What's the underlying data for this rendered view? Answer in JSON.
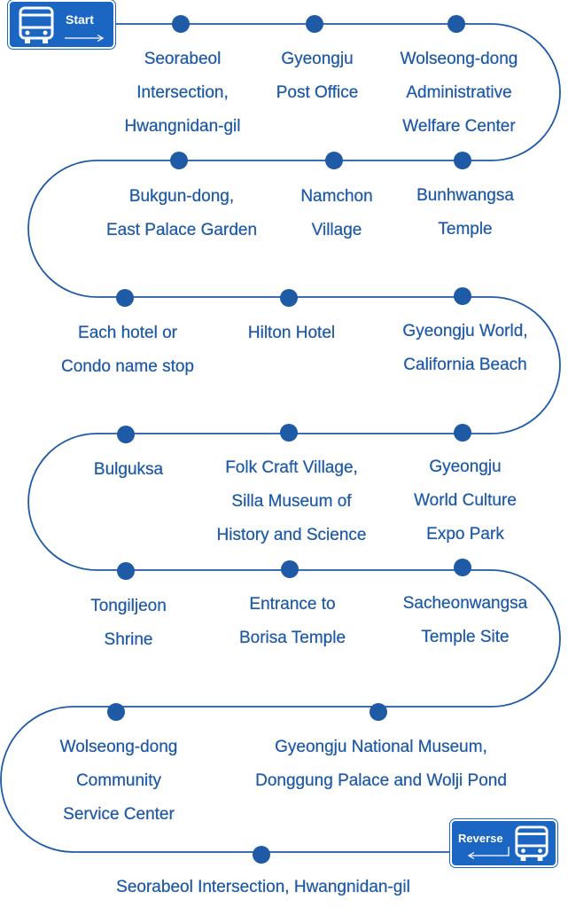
{
  "badges": {
    "start": {
      "label": "Start",
      "icon": "bus-icon",
      "arrow": "right-arrow-icon"
    },
    "reverse": {
      "label": "Reverse",
      "icon": "bus-icon",
      "arrow": "left-arrow-icon"
    }
  },
  "stops": [
    {
      "id": "stop-1",
      "lines": [
        "Seorabeol",
        "Intersection,",
        "Hwangnidan-gil"
      ]
    },
    {
      "id": "stop-2",
      "lines": [
        "Gyeongju",
        "Post Office"
      ]
    },
    {
      "id": "stop-3",
      "lines": [
        "Wolseong-dong",
        "Administrative",
        "Welfare Center"
      ]
    },
    {
      "id": "stop-4",
      "lines": [
        "Bunhwangsa",
        "Temple"
      ]
    },
    {
      "id": "stop-5",
      "lines": [
        "Namchon",
        "Village"
      ]
    },
    {
      "id": "stop-6",
      "lines": [
        "Bukgun-dong,",
        "East Palace Garden"
      ]
    },
    {
      "id": "stop-7",
      "lines": [
        "Each hotel or",
        "Condo name stop"
      ]
    },
    {
      "id": "stop-8",
      "lines": [
        "Hilton Hotel"
      ]
    },
    {
      "id": "stop-9",
      "lines": [
        "Gyeongju World,",
        "California Beach"
      ]
    },
    {
      "id": "stop-10",
      "lines": [
        "Gyeongju",
        "World Culture",
        "Expo Park"
      ]
    },
    {
      "id": "stop-11",
      "lines": [
        "Folk Craft Village,",
        "Silla Museum of",
        "History and Science"
      ]
    },
    {
      "id": "stop-12",
      "lines": [
        "Bulguksa"
      ]
    },
    {
      "id": "stop-13",
      "lines": [
        "Tongiljeon",
        "Shrine"
      ]
    },
    {
      "id": "stop-14",
      "lines": [
        "Entrance to",
        "Borisa Temple"
      ]
    },
    {
      "id": "stop-15",
      "lines": [
        "Sacheonwangsa",
        "Temple Site"
      ]
    },
    {
      "id": "stop-16",
      "lines": [
        "Gyeongju National Museum,",
        "Donggung Palace and Wolji Pond"
      ]
    },
    {
      "id": "stop-17",
      "lines": [
        "Wolseong-dong",
        "Community",
        "Service Center"
      ]
    },
    {
      "id": "stop-18",
      "lines": [
        "Seorabeol Intersection, Hwangnidan-gil"
      ]
    }
  ],
  "colors": {
    "route_line": "#1f5aa6",
    "stop_dot": "#1f5aa6",
    "label_text": "#1f5aa6",
    "badge_fill": "#1a66c2"
  }
}
